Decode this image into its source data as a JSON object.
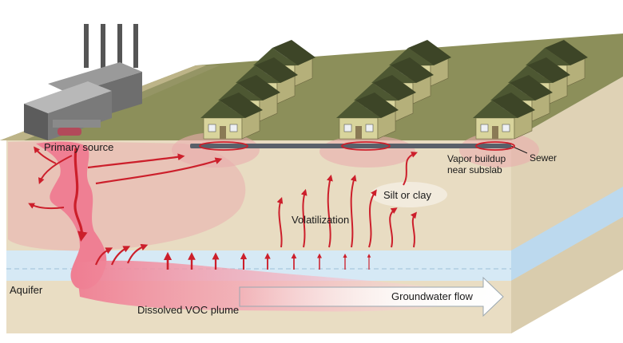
{
  "labels": {
    "primary_source": "Primary source",
    "sewer": "Sewer",
    "vapor_buildup": "Vapor buildup near subslab",
    "silt_clay": "Silt or clay",
    "volatilization": "Volatilization",
    "aquifer": "Aquifer",
    "plume": "Dissolved VOC plume",
    "groundwater_flow": "Groundwater flow"
  },
  "colors": {
    "soil": "#e8dcc2",
    "ground_surface": "#8c8f5a",
    "aquifer_water": "#d6e9f5",
    "contamination": "#ef7f93",
    "arrow": "#cc1f2b",
    "house_wall": "#d8d49c",
    "house_roof": "#4d5732"
  }
}
